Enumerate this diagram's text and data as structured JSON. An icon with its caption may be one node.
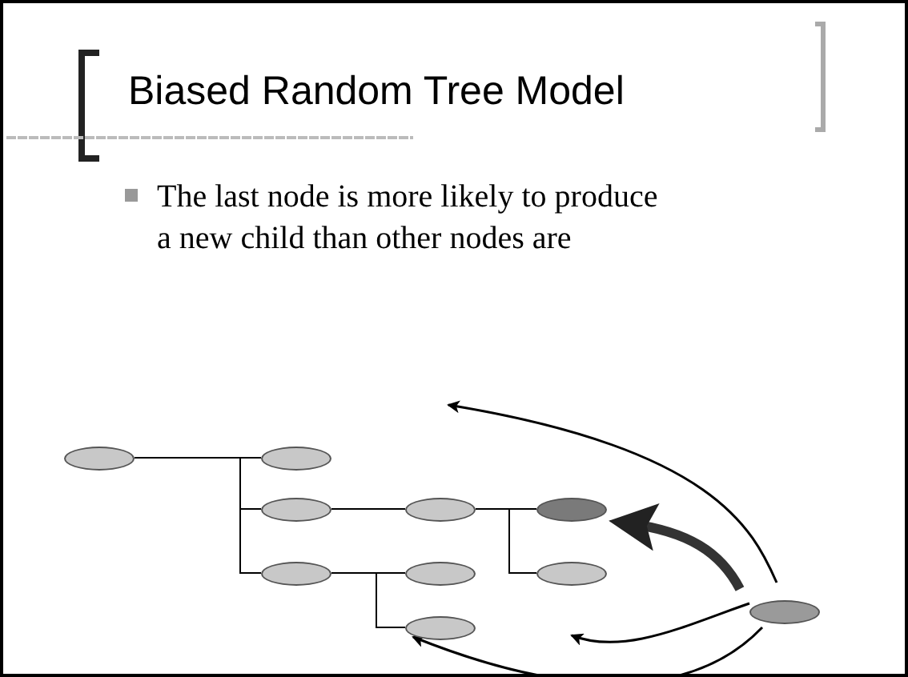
{
  "diagram": {
    "title": "Biased Random Tree Model",
    "nodes": [
      {
        "text": [],
        "shape": "ellipse"
      },
      {
        "text": [],
        "shape": "ellipse"
      },
      {
        "text": [],
        "shape": "ellipse"
      },
      {
        "text": [],
        "shape": "ellipse"
      },
      {
        "text": [],
        "shape": "ellipse"
      },
      {
        "text": [],
        "shape": "ellipse"
      },
      {
        "text": [],
        "shape": "ellipse"
      },
      {
        "text": [],
        "shape": "ellipse"
      },
      {
        "text": [],
        "shape": "ellipse"
      },
      {
        "text": [],
        "shape": "ellipse"
      }
    ],
    "edges": [
      {
        "from": 0,
        "to": 1,
        "arrow": "none"
      },
      {
        "from": 0,
        "to": 2,
        "arrow": "none"
      },
      {
        "from": 0,
        "to": 3,
        "arrow": "none"
      },
      {
        "from": 2,
        "to": 4,
        "arrow": "none"
      },
      {
        "from": 3,
        "to": 5,
        "arrow": "none"
      },
      {
        "from": 3,
        "to": 6,
        "arrow": "none"
      },
      {
        "from": 4,
        "to": 7,
        "arrow": "none"
      },
      {
        "from": 4,
        "to": 8,
        "arrow": "none"
      },
      {
        "from": 9,
        "to": 7,
        "arrow": "to",
        "style": "thick"
      },
      {
        "from": 9,
        "to": null,
        "arrow": "to"
      },
      {
        "from": 9,
        "to": null,
        "arrow": "to"
      },
      {
        "from": 9,
        "to": 6,
        "arrow": "to"
      }
    ],
    "labels": [
      "The last node is more likely to produce a new child than other nodes are"
    ]
  }
}
